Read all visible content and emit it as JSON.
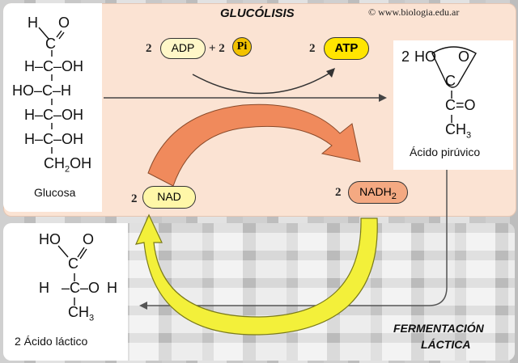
{
  "header": {
    "title_glycolysis": "GLUCÓLISIS",
    "credit": "© www.biologia.edu.ar"
  },
  "reaction": {
    "adp_coef": "2",
    "adp_label": "ADP",
    "plus": "+ 2",
    "pi_label": "Pi",
    "atp_coef": "2",
    "atp_label": "ATP",
    "nad_coef": "2",
    "nad_label": "NAD",
    "nadh_coef": "2",
    "nadh_label": "NADH",
    "nadh_sub": "2"
  },
  "glucose": {
    "lines": [
      "H",
      "C",
      "H–C–OH",
      "HO–C–H",
      "H–C–OH",
      "H–C–OH",
      "CH",
      "OH"
    ],
    "top_h": "H",
    "top_o": "O",
    "row1": "H–C–OH",
    "row2": "HO–C–H",
    "row3": "H–C–OH",
    "row4": "H–C–OH",
    "bottom": "CH",
    "bottom_sub": "2",
    "bottom_tail": "OH",
    "name": "Glucosa"
  },
  "pyruvate": {
    "coef": "2",
    "ho": "HO",
    "o": "O",
    "c_top": "C",
    "c_eq_o": "C=O",
    "ch3": "CH",
    "ch3_sub": "3",
    "name": "Ácido pirúvico"
  },
  "lactate": {
    "ho": "HO",
    "o": "O",
    "c_top": "C",
    "h_left": "H",
    "c_mid": "–C–O",
    "h_right": "H",
    "ch3": "CH",
    "ch3_sub": "3",
    "name": "2 Ácido láctico"
  },
  "fermentation": {
    "title_line1": "FERMENTACIÓN",
    "title_line2": "LÁCTICA"
  },
  "colors": {
    "glyco_bg": "#fbe3d3",
    "adp_pill": "#fff7c8",
    "atp_pill": "#ffe500",
    "pi_circle": "#f2c200",
    "nad_pill": "#fff7a8",
    "nadh_pill": "#f4a982",
    "orange_arrow": "#f08a5c",
    "yellow_arrow": "#f3f03a"
  }
}
